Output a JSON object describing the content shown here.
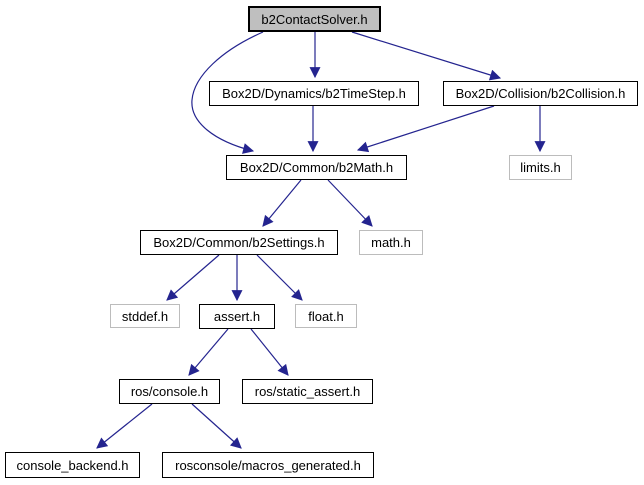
{
  "colors": {
    "edge": "#24248f",
    "root_fill": "#bfbfbf",
    "node_border": "#000000",
    "external_border": "#bcbcbc",
    "background": "#ffffff"
  },
  "nodes": [
    {
      "id": "b2contactsolver",
      "label": "b2ContactSolver.h",
      "type": "root"
    },
    {
      "id": "b2timestep",
      "label": "Box2D/Dynamics/b2TimeStep.h",
      "type": "linked"
    },
    {
      "id": "b2collision",
      "label": "Box2D/Collision/b2Collision.h",
      "type": "linked"
    },
    {
      "id": "b2math",
      "label": "Box2D/Common/b2Math.h",
      "type": "linked"
    },
    {
      "id": "limits",
      "label": "limits.h",
      "type": "external"
    },
    {
      "id": "b2settings",
      "label": "Box2D/Common/b2Settings.h",
      "type": "linked"
    },
    {
      "id": "math",
      "label": "math.h",
      "type": "external"
    },
    {
      "id": "stddef",
      "label": "stddef.h",
      "type": "external"
    },
    {
      "id": "assert",
      "label": "assert.h",
      "type": "linked"
    },
    {
      "id": "float",
      "label": "float.h",
      "type": "external"
    },
    {
      "id": "ros_console",
      "label": "ros/console.h",
      "type": "linked"
    },
    {
      "id": "ros_static_assert",
      "label": "ros/static_assert.h",
      "type": "linked"
    },
    {
      "id": "console_backend",
      "label": "console_backend.h",
      "type": "linked"
    },
    {
      "id": "macros_generated",
      "label": "rosconsole/macros_generated.h",
      "type": "linked"
    }
  ],
  "edges": [
    {
      "from": "b2contactsolver",
      "to": "b2timestep"
    },
    {
      "from": "b2contactsolver",
      "to": "b2collision"
    },
    {
      "from": "b2contactsolver",
      "to": "b2math"
    },
    {
      "from": "b2timestep",
      "to": "b2math"
    },
    {
      "from": "b2collision",
      "to": "b2math"
    },
    {
      "from": "b2collision",
      "to": "limits"
    },
    {
      "from": "b2math",
      "to": "b2settings"
    },
    {
      "from": "b2math",
      "to": "math"
    },
    {
      "from": "b2settings",
      "to": "stddef"
    },
    {
      "from": "b2settings",
      "to": "assert"
    },
    {
      "from": "b2settings",
      "to": "float"
    },
    {
      "from": "assert",
      "to": "ros_console"
    },
    {
      "from": "assert",
      "to": "ros_static_assert"
    },
    {
      "from": "ros_console",
      "to": "console_backend"
    },
    {
      "from": "ros_console",
      "to": "macros_generated"
    }
  ]
}
